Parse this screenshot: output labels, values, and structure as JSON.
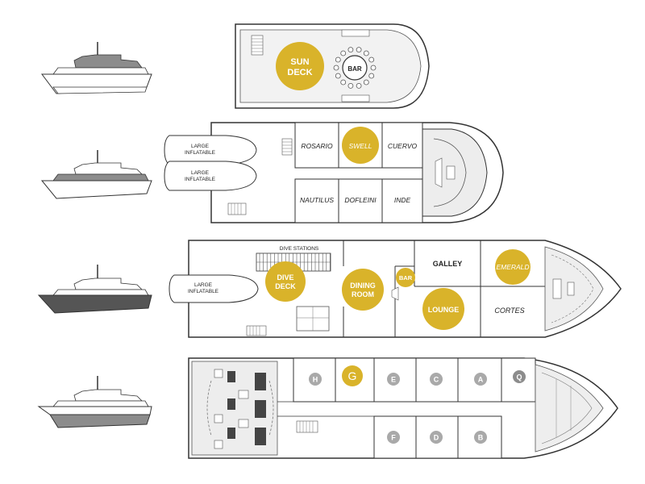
{
  "colors": {
    "highlight": "#d9b32a",
    "cabin_gray": "#a9a9a9",
    "hull_gray": "#8c8c8c",
    "dark_gray": "#555555",
    "line": "#333333",
    "deck_fill": "#f0f0f0"
  },
  "sun_deck": {
    "label_line1": "SUN",
    "label_line2": "DECK",
    "bar": "BAR"
  },
  "upper_deck": {
    "inflatable1_line1": "LARGE",
    "inflatable1_line2": "INFLATABLE",
    "inflatable2_line1": "LARGE",
    "inflatable2_line2": "INFLATABLE",
    "cabins_top": [
      "ROSARIO",
      "SWELL",
      "CUERVO"
    ],
    "cabins_bottom": [
      "NAUTILUS",
      "DOFLEINI",
      "INDE"
    ]
  },
  "main_deck": {
    "inflatable_line1": "LARGE",
    "inflatable_line2": "INFLATABLE",
    "dive_stations": "DIVE STATIONS",
    "dive_deck_line1": "DIVE",
    "dive_deck_line2": "DECK",
    "dining_line1": "DINING",
    "dining_line2": "ROOM",
    "bar": "BAR",
    "galley": "GALLEY",
    "emerald": "EMERALD",
    "lounge": "LOUNGE",
    "cortes": "CORTES"
  },
  "lower_deck": {
    "cabins_top": [
      "H",
      "G",
      "E",
      "C",
      "A",
      "Q"
    ],
    "cabins_bottom": [
      "F",
      "D",
      "B"
    ]
  }
}
